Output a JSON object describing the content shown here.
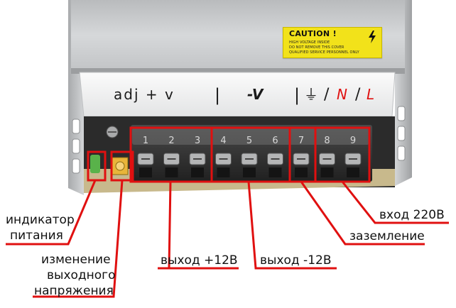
{
  "panel": {
    "adj_label": "adj + v",
    "sep1": "|",
    "minus_v_label": "-V",
    "sep2": "|",
    "ground_symbol": "⏚",
    "sep3": "/",
    "n_label": "N",
    "sep4": "/",
    "l_label": "L"
  },
  "caution": {
    "title": "CAUTION !",
    "line1": "HIGH VOLTAGE INSIDE",
    "line2": "DO NOT REMOVE THIS COVER",
    "line3": "QUALIFIED SERVICE PERSONNEL ONLY"
  },
  "terminals": [
    "1",
    "2",
    "3",
    "4",
    "5",
    "6",
    "7",
    "8",
    "9"
  ],
  "annotations": {
    "power_indicator_line1": "индикатор",
    "power_indicator_line2": "питания",
    "voltage_adjust_line1": "изменение",
    "voltage_adjust_line2": "выходного",
    "voltage_adjust_line3": "напряжения",
    "output_plus": "выход +12В",
    "output_minus": "выход -12В",
    "ground": "заземление",
    "input_220": "вход 220В"
  },
  "colors": {
    "annotation_red": "#e01010",
    "housing_silver": "#c9cbcd",
    "label_strip": "#f2f3f4",
    "terminal_black": "#1b1b1b",
    "caution_yellow": "#f2e21a"
  }
}
